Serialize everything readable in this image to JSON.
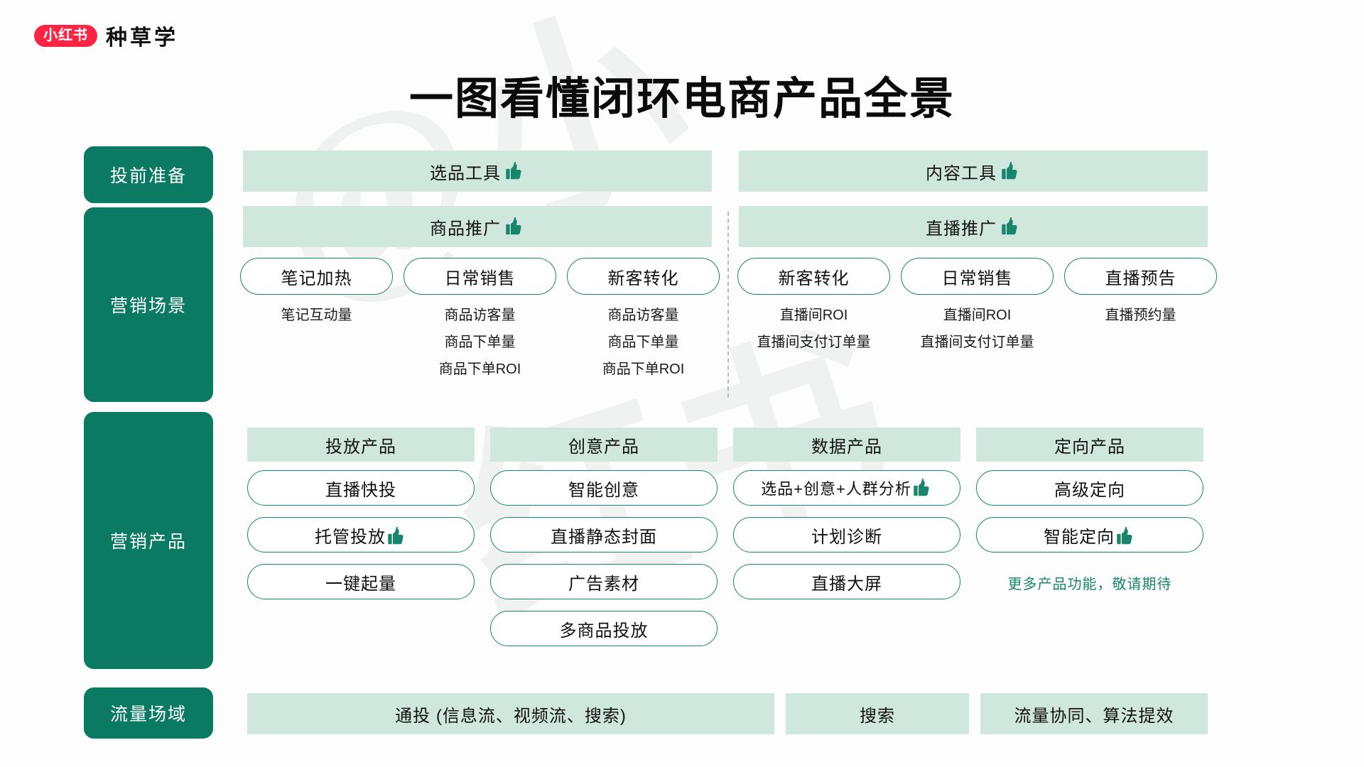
{
  "brand": {
    "badge": "小红书",
    "name": "种草学",
    "badge_color": "#fe2442"
  },
  "title": "一图看懂闭环电商产品全景",
  "theme": {
    "dark_green": "#0b7a62",
    "light_green": "#cfe7dd",
    "outline_green": "#17866c",
    "note_green": "#17866c"
  },
  "sidebar": {
    "items": [
      {
        "label": "投前准备"
      },
      {
        "label": "营销场景"
      },
      {
        "label": "营销产品"
      },
      {
        "label": "流量场域"
      }
    ]
  },
  "pre_launch": {
    "left": {
      "label": "选品工具",
      "icon": "thumbs-up-icon"
    },
    "right": {
      "label": "内容工具",
      "icon": "thumbs-up-icon"
    }
  },
  "scene": {
    "left_header": {
      "label": "商品推广",
      "icon": "thumbs-up-icon"
    },
    "right_header": {
      "label": "直播推广",
      "icon": "thumbs-up-icon"
    },
    "left_columns": [
      {
        "pill": "笔记加热",
        "metrics": [
          "笔记互动量"
        ]
      },
      {
        "pill": "日常销售",
        "metrics": [
          "商品访客量",
          "商品下单量",
          "商品下单ROI"
        ]
      },
      {
        "pill": "新客转化",
        "metrics": [
          "商品访客量",
          "商品下单量",
          "商品下单ROI"
        ]
      }
    ],
    "right_columns": [
      {
        "pill": "新客转化",
        "metrics": [
          "直播间ROI",
          "直播间支付订单量"
        ]
      },
      {
        "pill": "日常销售",
        "metrics": [
          "直播间ROI",
          "直播间支付订单量"
        ]
      },
      {
        "pill": "直播预告",
        "metrics": [
          "直播预约量"
        ]
      }
    ]
  },
  "products": {
    "columns": [
      {
        "header": "投放产品",
        "items": [
          {
            "label": "直播快投",
            "icon": null
          },
          {
            "label": "托管投放",
            "icon": "thumbs-up-icon"
          },
          {
            "label": "一键起量",
            "icon": null
          }
        ]
      },
      {
        "header": "创意产品",
        "items": [
          {
            "label": "智能创意",
            "icon": null
          },
          {
            "label": "直播静态封面",
            "icon": null
          },
          {
            "label": "广告素材",
            "icon": null
          },
          {
            "label": "多商品投放",
            "icon": null
          }
        ]
      },
      {
        "header": "数据产品",
        "items": [
          {
            "label": "选品+创意+人群分析",
            "icon": "thumbs-up-icon"
          },
          {
            "label": "计划诊断",
            "icon": null
          },
          {
            "label": "直播大屏",
            "icon": null
          }
        ]
      },
      {
        "header": "定向产品",
        "items": [
          {
            "label": "高级定向",
            "icon": null
          },
          {
            "label": "智能定向",
            "icon": "thumbs-up-icon"
          }
        ]
      }
    ],
    "note": "更多产品功能，敬请期待"
  },
  "traffic": {
    "items": [
      {
        "label": "通投   (信息流、视频流、搜索)"
      },
      {
        "label": "搜索"
      },
      {
        "label": "流量协同、算法提效"
      }
    ]
  }
}
